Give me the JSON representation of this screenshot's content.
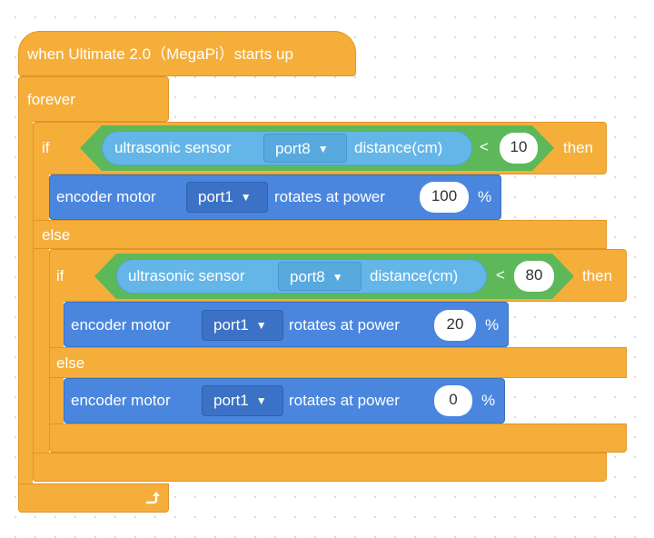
{
  "hat": {
    "label": "when Ultimate 2.0（MegaPi）starts up"
  },
  "forever": {
    "label": "forever"
  },
  "outer_if": {
    "if_label": "if",
    "then_label": "then",
    "else_label": "else",
    "condition": {
      "sensor_label": "ultrasonic sensor",
      "port": "port8",
      "measure": "distance(cm)",
      "operator": "<",
      "value": "10"
    },
    "then_action": {
      "prefix": "encoder motor",
      "port": "port1",
      "middle": "rotates at power",
      "value": "100",
      "unit": "%"
    }
  },
  "inner_if": {
    "if_label": "if",
    "then_label": "then",
    "else_label": "else",
    "condition": {
      "sensor_label": "ultrasonic sensor",
      "port": "port8",
      "measure": "distance(cm)",
      "operator": "<",
      "value": "80"
    },
    "then_action": {
      "prefix": "encoder motor",
      "port": "port1",
      "middle": "rotates at power",
      "value": "20",
      "unit": "%"
    },
    "else_action": {
      "prefix": "encoder motor",
      "port": "port1",
      "middle": "rotates at power",
      "value": "0",
      "unit": "%"
    }
  },
  "icons": {
    "dropdown": "triangle-down-icon",
    "loop": "loop-arrow-icon"
  },
  "colors": {
    "control": "#f5ae3a",
    "motor": "#4a86de",
    "operator": "#5db85a",
    "sensor": "#64b6e8"
  }
}
